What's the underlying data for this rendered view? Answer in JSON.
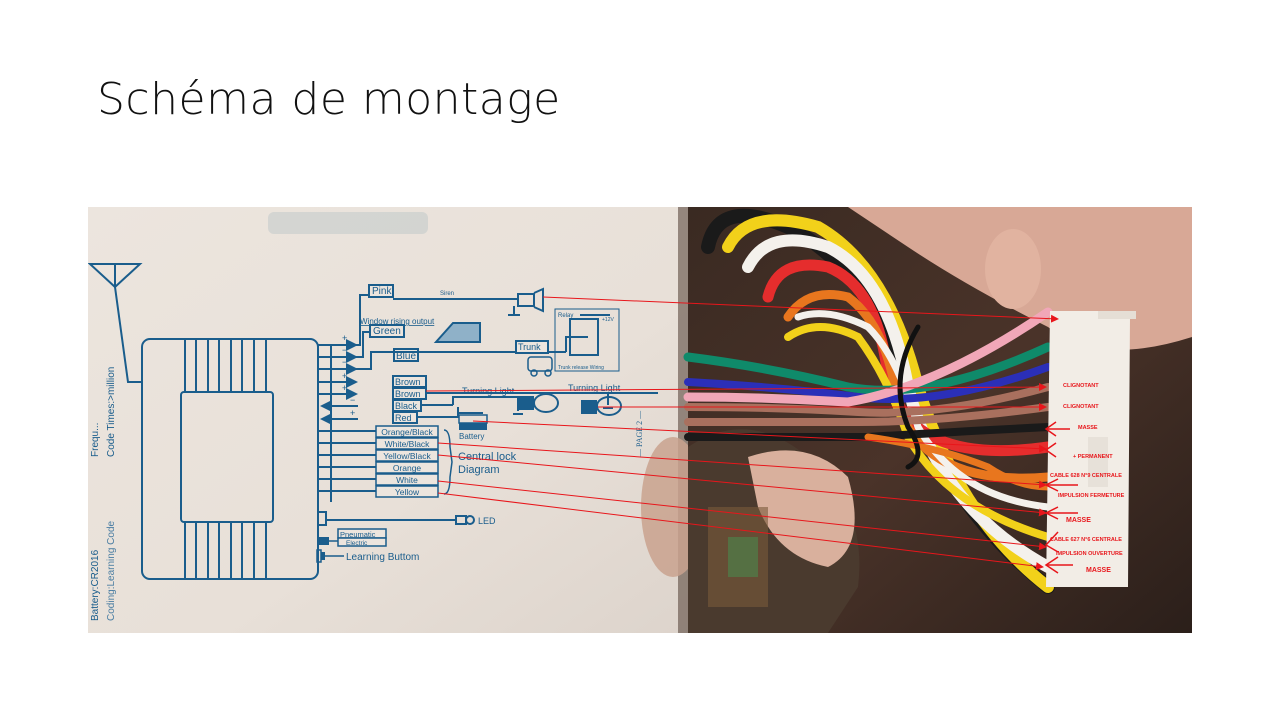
{
  "slide": {
    "title": "Schéma de montage"
  },
  "diagram": {
    "side_text": {
      "code_times": "Code Times:>million",
      "frequency": "Frequ...",
      "battery": "Battery:CR2016",
      "coding": "Coding:Learning Code"
    },
    "top_outputs": {
      "pink": "Pink",
      "siren": "Siren",
      "window_label": "Window rising output",
      "green": "Green",
      "blue": "Blue",
      "trunk": "Trunk",
      "relay": "Relay",
      "plus12v": "+12V",
      "trunk_release": "Trunk release Wiring"
    },
    "polarities": [
      "+",
      "−",
      "−",
      "+",
      "+",
      "−",
      "+"
    ],
    "turn_wires": [
      "Brown",
      "Brown",
      "Black",
      "Red"
    ],
    "turning_light_1": "Turning Light",
    "turning_light_2": "Turning Light",
    "battery_label": "Battery",
    "central_lock_wires": [
      "Orange/Black",
      "White/Black",
      "Yellow/Black",
      "Orange",
      "White",
      "Yellow"
    ],
    "central_lock_label_1": "Central lock",
    "central_lock_label_2": "Diagram",
    "led_label": "LED",
    "pneumatic": "Pneumatic",
    "electric": "Electric",
    "learning_button": "Learning Buttom",
    "page_marker": "— PAGE 2 —"
  },
  "connector_labels": [
    "CLIGNOTANT",
    "CLIGNOTANT",
    "MASSE",
    "+ PERMANENT",
    "CABLE 628 N°9 CENTRALE",
    "IMPULSION FERMETURE",
    "MASSE",
    "CABLE 627 N°6 CENTRALE",
    "IMPULSION OUVERTURE",
    "MASSE"
  ],
  "colors": {
    "diagram_blue": "#1a5d8c",
    "annotation_red": "#e8161b",
    "paper": "#ebe3dc"
  }
}
